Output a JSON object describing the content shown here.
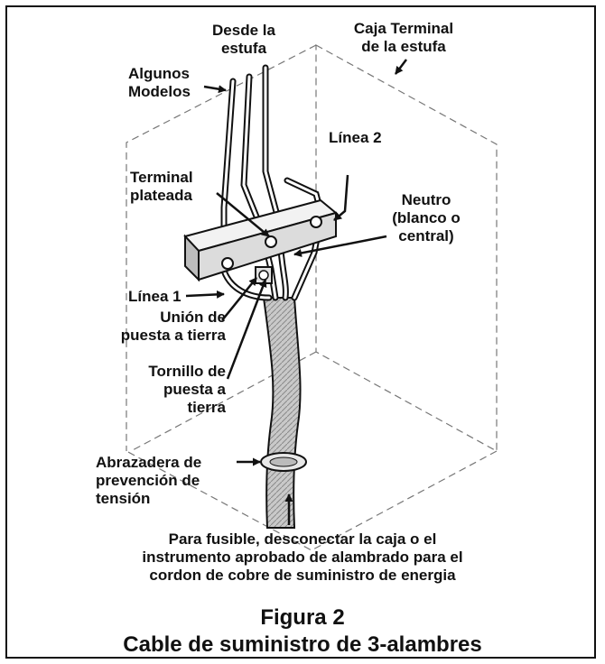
{
  "labels": {
    "desde_la_estufa": "Desde la\nestufa",
    "caja_terminal": "Caja Terminal\nde la estufa",
    "algunos_modelos": "Algunos\nModelos",
    "linea_2": "Línea 2",
    "terminal_plateada": "Terminal\nplateada",
    "neutro": "Neutro\n(blanco o\ncentral)",
    "linea_1": "Línea 1",
    "union_tierra": "Unión de\npuesta a tierra",
    "tornillo_tierra": "Tornillo de\npuesta a\ntierra",
    "abrazadera": "Abrazadera de\nprevención de\ntensión"
  },
  "footer": {
    "instructions": "Para fusible, desconectar la caja o el\ninstrumento aprobado de alambrado para el\ncordon de cobre de suministro de energia",
    "figure_number": "Figura 2",
    "figure_title": "Cable de suministro de 3-alambres"
  }
}
